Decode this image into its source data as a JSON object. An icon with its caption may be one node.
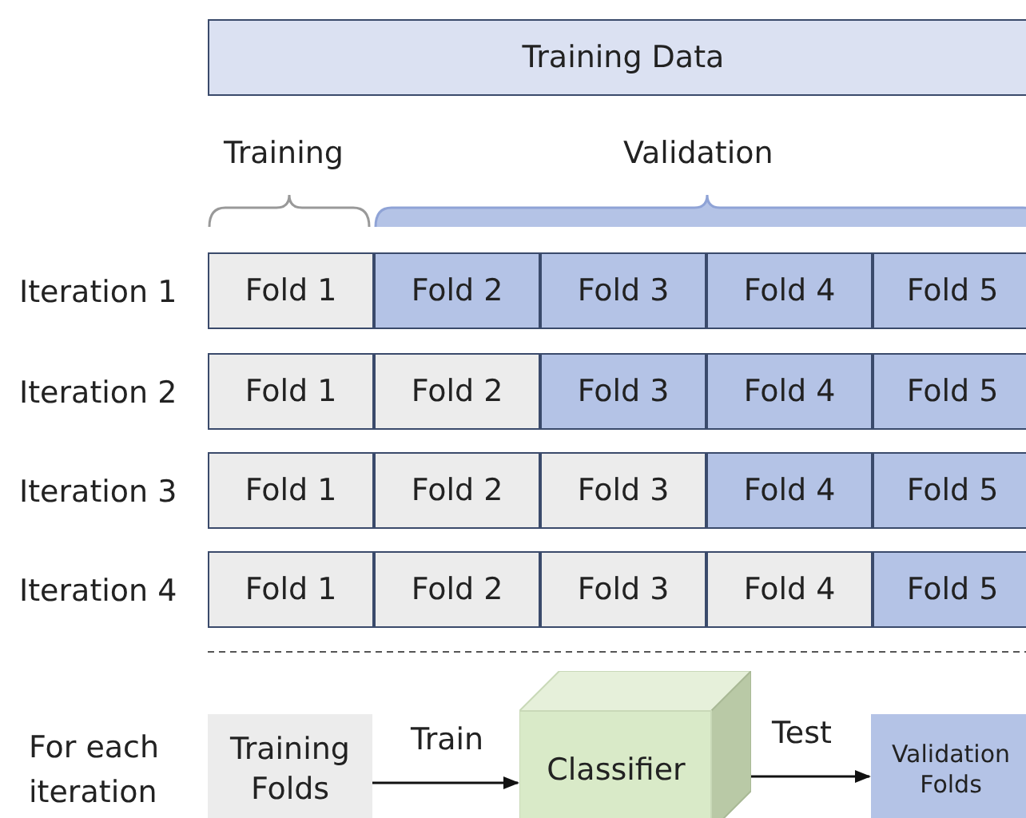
{
  "diagram": {
    "nodes": [
      {
        "text": [
          "Training Data"
        ]
      },
      {
        "text": [
          "Fold 1"
        ]
      },
      {
        "text": [
          "Fold 2"
        ]
      },
      {
        "text": [
          "Fold 3"
        ]
      },
      {
        "text": [
          "Fold 4"
        ]
      },
      {
        "text": [
          "Fold 5"
        ]
      },
      {
        "text": [
          "Fold 1"
        ]
      },
      {
        "text": [
          "Fold 2"
        ]
      },
      {
        "text": [
          "Fold 3"
        ]
      },
      {
        "text": [
          "Fold 4"
        ]
      },
      {
        "text": [
          "Fold 5"
        ]
      },
      {
        "text": [
          "Fold 1"
        ]
      },
      {
        "text": [
          "Fold 2"
        ]
      },
      {
        "text": [
          "Fold 3"
        ]
      },
      {
        "text": [
          "Fold 4"
        ]
      },
      {
        "text": [
          "Fold 5"
        ]
      },
      {
        "text": [
          "Fold 1"
        ]
      },
      {
        "text": [
          "Fold 2"
        ]
      },
      {
        "text": [
          "Fold 3"
        ]
      },
      {
        "text": [
          "Fold 4"
        ]
      },
      {
        "text": [
          "Fold 5"
        ]
      },
      {
        "text": [
          "Training Folds"
        ]
      },
      {
        "text": [
          "Classifier"
        ]
      },
      {
        "text": [
          "Validation Folds"
        ]
      }
    ],
    "edges": [
      {
        "from": 21,
        "to": 22,
        "arrow": "to",
        "label": "Train"
      },
      {
        "from": 22,
        "to": 23,
        "arrow": "to",
        "label": "Test"
      }
    ],
    "labels": [
      "Training",
      "Validation",
      "Iteration 1",
      "Iteration 2",
      "Iteration 3",
      "Iteration 4",
      "For each iteration"
    ]
  }
}
